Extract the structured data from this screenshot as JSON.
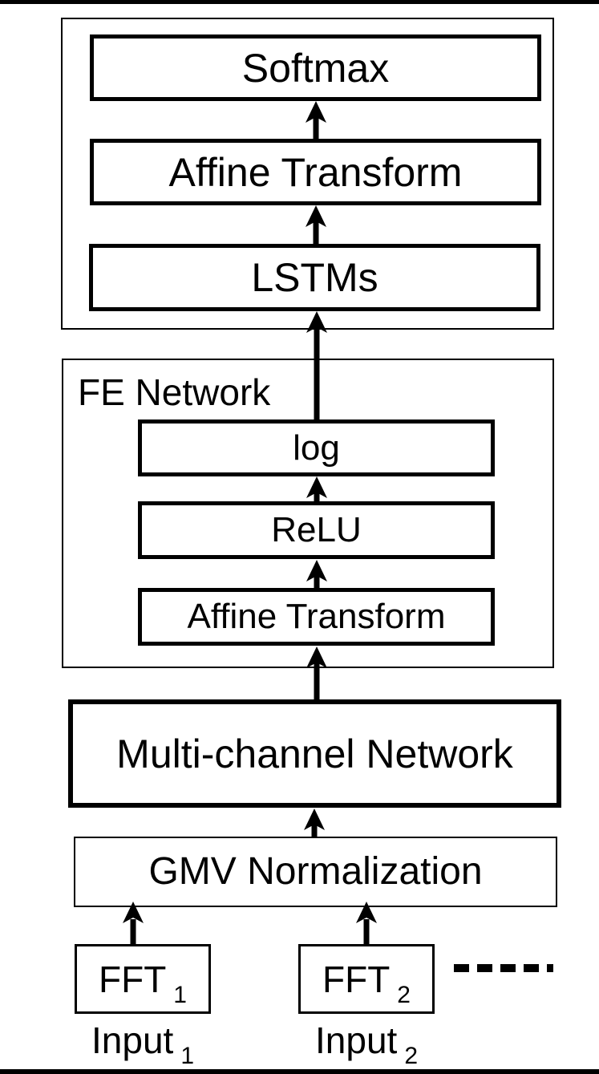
{
  "colors": {
    "ink": "#000000",
    "background": "#ffffff"
  },
  "top_group": {
    "boxes": [
      {
        "label": "Softmax"
      },
      {
        "label": "Affine Transform"
      },
      {
        "label": "LSTMs"
      }
    ]
  },
  "fe_network": {
    "title": "FE Network",
    "boxes": [
      {
        "label": "log"
      },
      {
        "label": "ReLU"
      },
      {
        "label": "Affine Transform"
      }
    ]
  },
  "multi_channel_network": {
    "label": "Multi-channel Network"
  },
  "gmv_normalization": {
    "label": "GMV Normalization"
  },
  "fft_units": [
    {
      "label": "FFT",
      "subscript": "1"
    },
    {
      "label": "FFT",
      "subscript": "2"
    }
  ],
  "input_labels": [
    {
      "label": "Input",
      "subscript": "1"
    },
    {
      "label": "Input",
      "subscript": "2"
    }
  ],
  "more_channels_indicator": {
    "icon": "dashed-line-icon"
  }
}
